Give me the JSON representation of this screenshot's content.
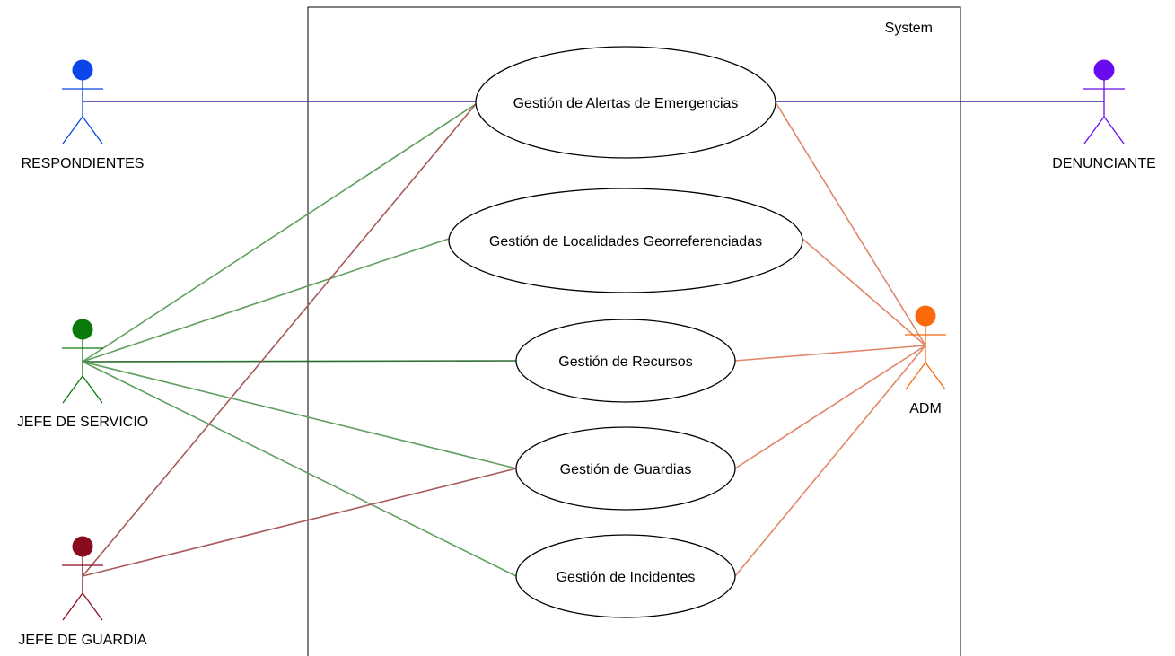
{
  "system": {
    "label": "System"
  },
  "use_cases": [
    {
      "id": "uc-alertas",
      "label": "Gestión de Alertas de Emergencias"
    },
    {
      "id": "uc-localidades",
      "label": "Gestión de Localidades Georreferenciadas"
    },
    {
      "id": "uc-recursos",
      "label": "Gestión de Recursos"
    },
    {
      "id": "uc-guardias",
      "label": "Gestión de Guardias"
    },
    {
      "id": "uc-incidentes",
      "label": "Gestión de Incidentes"
    }
  ],
  "actors": [
    {
      "id": "respondientes",
      "label": "RESPONDIENTES",
      "color": "#0a46e8"
    },
    {
      "id": "jefe-servicio",
      "label": "JEFE DE SERVICIO",
      "color": "#0a7a0a"
    },
    {
      "id": "jefe-guardia",
      "label": "JEFE DE GUARDIA",
      "color": "#8a0a1e"
    },
    {
      "id": "denunciante",
      "label": "DENUNCIANTE",
      "color": "#6a0aee"
    },
    {
      "id": "adm",
      "label": "ADM",
      "color": "#fb6a0a"
    }
  ],
  "associations": [
    {
      "actor": "respondientes",
      "use_case": "uc-alertas",
      "color": "#2b2ba6"
    },
    {
      "actor": "denunciante",
      "use_case": "uc-alertas",
      "color": "#2b2ba6"
    },
    {
      "actor": "jefe-servicio",
      "use_case": "uc-alertas",
      "color": "#5f9f5f"
    },
    {
      "actor": "jefe-servicio",
      "use_case": "uc-localidades",
      "color": "#5f9f5f"
    },
    {
      "actor": "jefe-servicio",
      "use_case": "uc-recursos",
      "color": "#2d6d2d"
    },
    {
      "actor": "jefe-servicio",
      "use_case": "uc-guardias",
      "color": "#5f9f5f"
    },
    {
      "actor": "jefe-servicio",
      "use_case": "uc-incidentes",
      "color": "#5f9f5f"
    },
    {
      "actor": "jefe-guardia",
      "use_case": "uc-alertas",
      "color": "#a85a5a"
    },
    {
      "actor": "jefe-guardia",
      "use_case": "uc-guardias",
      "color": "#a85a5a"
    },
    {
      "actor": "adm",
      "use_case": "uc-alertas",
      "color": "#e0876a"
    },
    {
      "actor": "adm",
      "use_case": "uc-localidades",
      "color": "#e0876a"
    },
    {
      "actor": "adm",
      "use_case": "uc-recursos",
      "color": "#e0876a"
    },
    {
      "actor": "adm",
      "use_case": "uc-guardias",
      "color": "#e0876a"
    },
    {
      "actor": "adm",
      "use_case": "uc-incidentes",
      "color": "#e0876a"
    }
  ]
}
